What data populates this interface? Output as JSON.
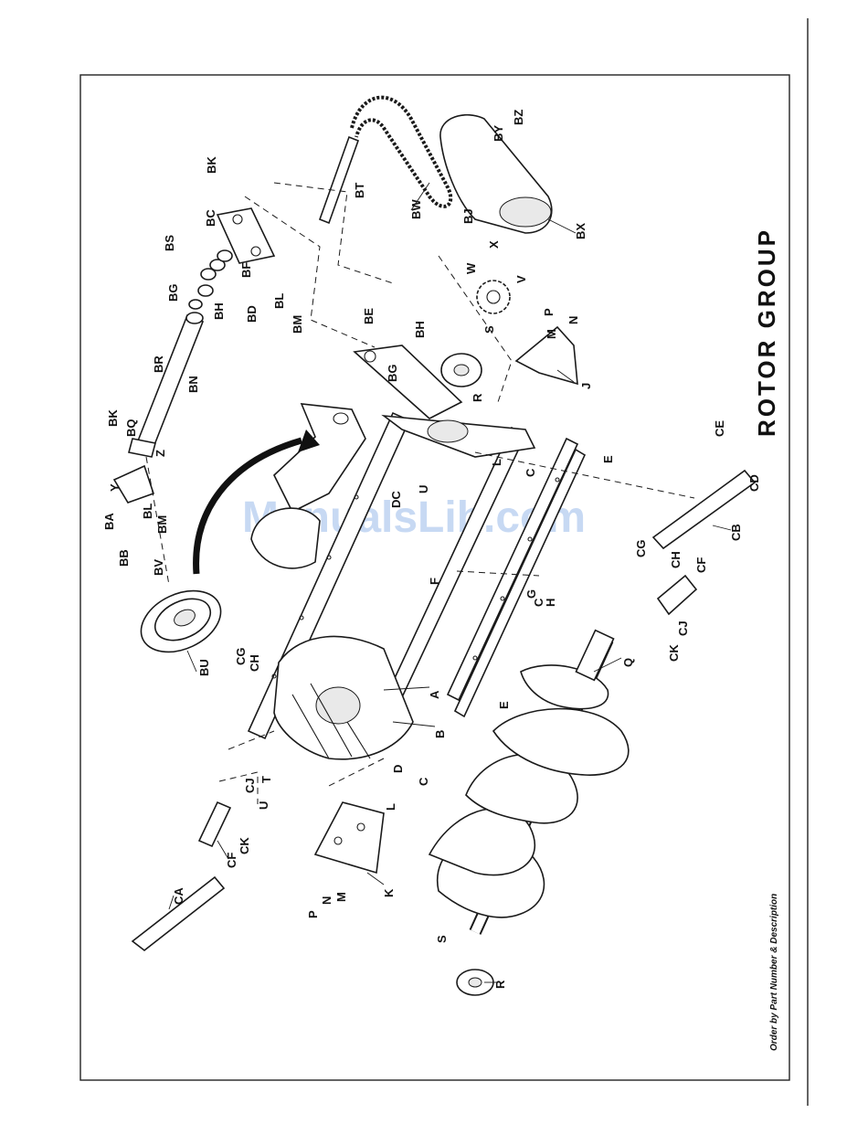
{
  "title": "ROTOR GROUP",
  "footer": "Order by Part Number & Description",
  "watermark": "ManualsLib.com",
  "colors": {
    "ink": "#1a1a1a",
    "paper": "#ffffff",
    "watermark": "#3b7bd6"
  },
  "callouts": [
    "A",
    "B",
    "C",
    "C",
    "C",
    "D",
    "E",
    "E",
    "F",
    "G",
    "H",
    "J",
    "K",
    "L",
    "L",
    "M",
    "M",
    "N",
    "N",
    "P",
    "P",
    "Q",
    "R",
    "R",
    "S",
    "S",
    "T",
    "U",
    "U",
    "V",
    "W",
    "X",
    "Y",
    "Z",
    "BA",
    "BB",
    "BC",
    "BD",
    "BE",
    "BF",
    "BG",
    "BG",
    "BH",
    "BH",
    "BJ",
    "BK",
    "BK",
    "BL",
    "BL",
    "BM",
    "BM",
    "BN",
    "BQ",
    "BR",
    "BS",
    "BT",
    "BU",
    "BV",
    "BW",
    "BX",
    "BY",
    "BZ",
    "CA",
    "CB",
    "CD",
    "CE",
    "CF",
    "CF",
    "CG",
    "CG",
    "CH",
    "CH",
    "CJ",
    "CJ",
    "CK",
    "CK",
    "DC"
  ]
}
